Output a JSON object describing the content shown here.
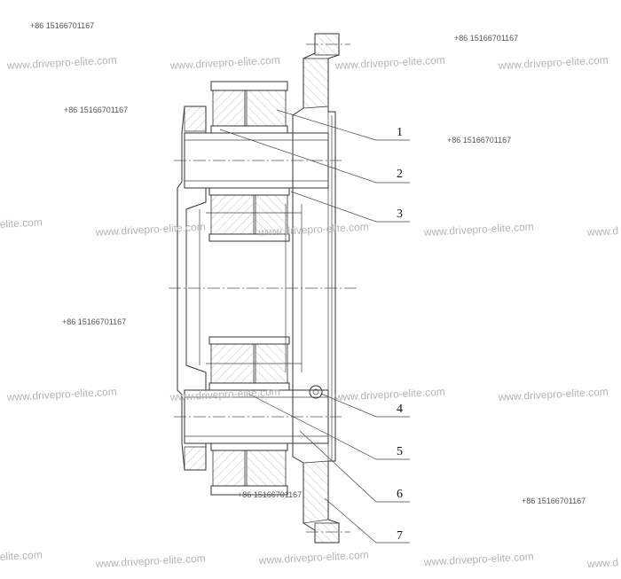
{
  "watermarks": {
    "site": "www.drivepro-elite.com",
    "site_clipped_left": "elite.com",
    "site_clipped_right": "www.d",
    "phone": "+86 15166701167"
  },
  "part_labels": [
    "1",
    "2",
    "3",
    "4",
    "5",
    "6",
    "7"
  ],
  "colors": {
    "line": "#333333",
    "watermark": "#b5b5b5",
    "background": "#ffffff"
  }
}
